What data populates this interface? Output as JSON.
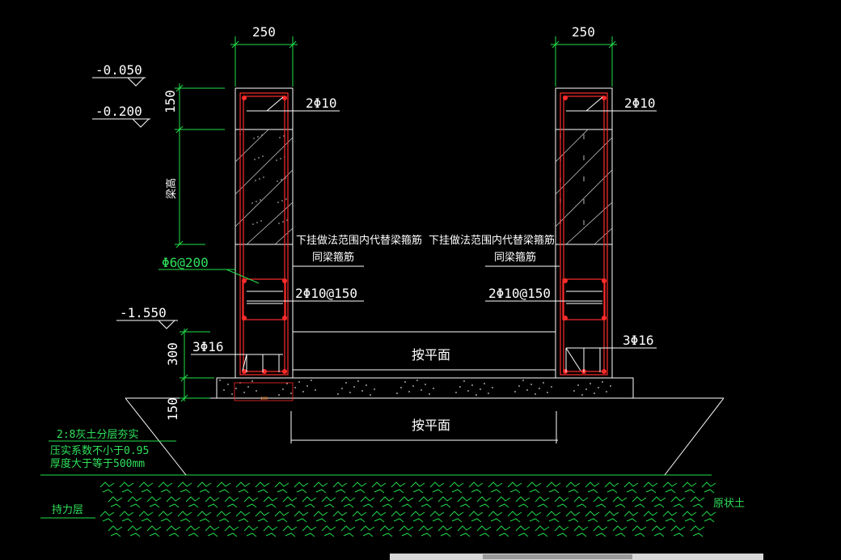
{
  "drawing": {
    "dims": {
      "left_width": "250",
      "right_width": "250",
      "top_height": "150",
      "beam_height": "梁高",
      "bottom_height": "300",
      "base_height": "150"
    },
    "elevations": [
      "-0.050",
      "-0.200",
      "-1.550"
    ],
    "rebar_labels": {
      "top_left": "2Φ10",
      "top_right": "2Φ10",
      "mid_left": "2Φ10@150",
      "mid_right": "2Φ10@150",
      "bottom_left": "3Φ16",
      "bottom_right": "3Φ16",
      "stirrup": "Φ6@200"
    },
    "notes": {
      "replace_left": "下挂做法范围内代替梁箍筋",
      "same_left": "同梁箍筋",
      "replace_right": "下挂做法范围内代替梁箍筋",
      "same_right": "同梁箍筋",
      "flat_upper": "按平面",
      "flat_lower": "按平面",
      "fill_1": "2:8灰土分层夯实",
      "fill_2": "压实系数不小于0.95",
      "fill_3": "厚度大于等于500mm",
      "bearing_layer": "持力层",
      "native_soil": "原状土",
      "tiny_dim": "100"
    },
    "colors": {
      "background": "#000000",
      "lines": "#ffffff",
      "dimensions": "#22e04a",
      "rebar": "#ff2b2b"
    }
  }
}
